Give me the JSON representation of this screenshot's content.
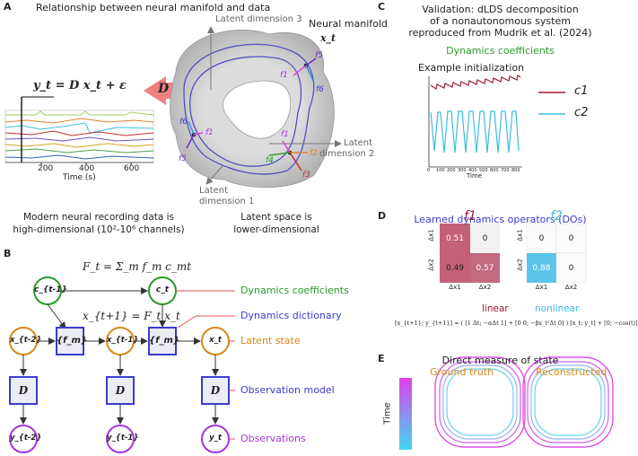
{
  "panels": {
    "a": "A",
    "b": "B",
    "c": "C",
    "d": "D",
    "e": "E"
  },
  "colors": {
    "blue": "#3b3bd0",
    "green": "#2a9b2a",
    "orange": "#d68a1a",
    "purple": "#a633e0",
    "red": "#e05050",
    "dark_red": "#a01830",
    "cyan": "#3bbde0",
    "pink_arrow": "#f08080",
    "pink_cell": "#c4607a",
    "cyan_cell": "#5bc4e8"
  },
  "panel_a": {
    "title": "Relationship between neural manifold and data",
    "equation": "y_t = D x_t + ε",
    "arrow_label": "D",
    "neural_manifold": "Neural manifold",
    "xt": "x_t",
    "latent3": "Latent dimension 3",
    "latent2a": "Latent",
    "latent2b": "dimension 2",
    "latent1a": "Latent",
    "latent1b": "dimension 1",
    "time_axis": "Time (s)",
    "ticks": [
      "200",
      "400",
      "600"
    ],
    "caption_left_1": "Modern neural recording data is",
    "caption_left_2": "high-dimensional (10²-10⁶ channels)",
    "caption_right_1": "Latent space is",
    "caption_right_2": "lower-dimensional",
    "f_labels": [
      "f1",
      "f5",
      "f6",
      "f6",
      "f1",
      "f5",
      "f1",
      "f2",
      "f4",
      "f3"
    ]
  },
  "panel_b": {
    "eq1": "F_t = Σ_m f_m c_mt",
    "eq2": "x_{t+1} = F_t x_t",
    "c_prev": "c_{t-1}",
    "c_t": "c_t",
    "x_nodes": [
      "x_{t-2}",
      "x_{t-1}",
      "x_t"
    ],
    "f_box": "{f_m}",
    "d_box": "D",
    "y_nodes": [
      "y_{t-2}",
      "y_{t-1}",
      "y_t"
    ],
    "legend": [
      "Dynamics coefficients",
      "Dynamics dictionary",
      "Latent state",
      "Observation model",
      "Observations"
    ]
  },
  "panel_c": {
    "title_1": "Validation: dLDS decomposition",
    "title_2": "of a nonautonomous system",
    "title_3": "reproduced from Mudrik et al. (2024)",
    "subtitle": "Dynamics coefficients",
    "example": "Example initialization",
    "time_axis": "Time",
    "ticks": [
      "0",
      "100",
      "200",
      "300",
      "400",
      "500",
      "600",
      "700",
      "800"
    ],
    "legend": [
      "c1",
      "c2"
    ]
  },
  "panel_d": {
    "title": "Learned dynamics operators (DOs)",
    "f1_title": "f1",
    "f2_title": "f2",
    "row_labels": [
      "Δx1",
      "Δx2"
    ],
    "col_labels": [
      "Δx1",
      "Δx2"
    ],
    "f1_values": [
      [
        "0.51",
        "0"
      ],
      [
        "0.49",
        "0.57"
      ]
    ],
    "f2_values": [
      [
        "0",
        "0"
      ],
      [
        "0.88",
        "0"
      ]
    ],
    "linear": "linear",
    "nonlinear": "nonlinear",
    "equation": "[x_{t+1}; y_{t+1}] = ( [1 Δt; −αΔt 1] + [0 0; −βx_t²Δt 0] ) [x_t; y_t] + [0; −cos(t)]"
  },
  "panel_e": {
    "title": "Direct measure of state",
    "ground_truth": "Ground truth",
    "reconstructed": "Reconstructed",
    "colorbar_label": "Time"
  }
}
